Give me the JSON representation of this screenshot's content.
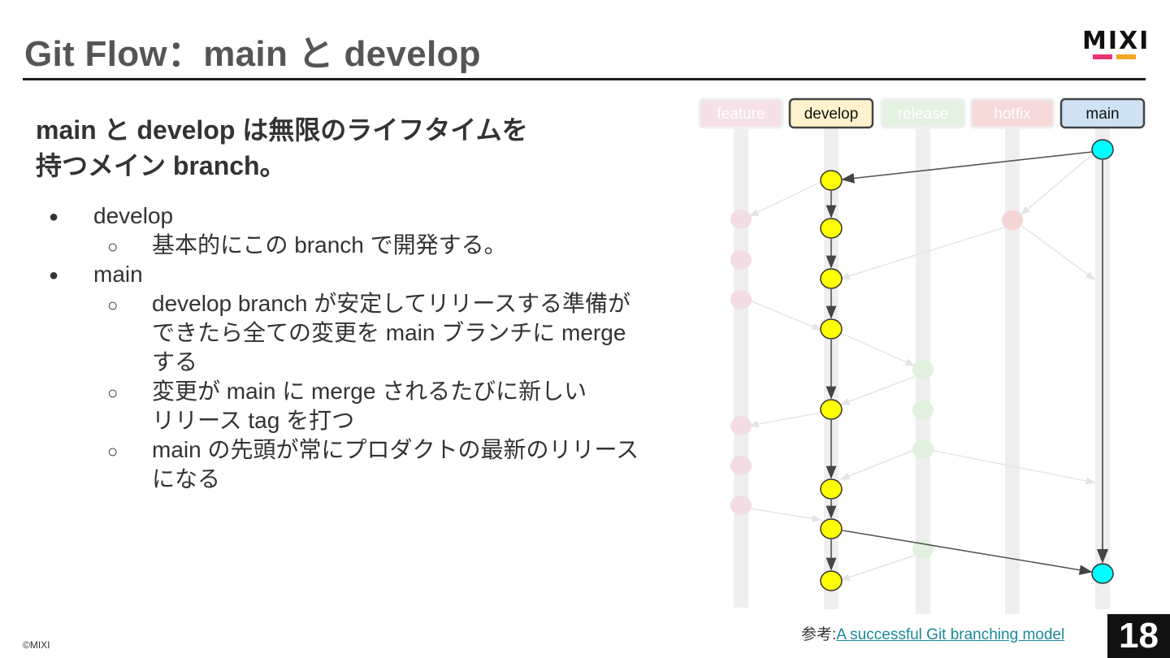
{
  "slide": {
    "title": "Git Flow：main と develop",
    "logo_text": "MIXI",
    "lead_line1": "main と develop は無限のライフタイムを",
    "lead_line2": "持つメイン  branch。",
    "bullets": [
      {
        "label": "develop",
        "sub": [
          [
            "基本的にこの branch で開発する。"
          ]
        ]
      },
      {
        "label": "main",
        "sub": [
          [
            "develop branch が安定してリリースする準備が",
            "できたら全ての変更を main ブランチに merge",
            "する"
          ],
          [
            "変更が main に merge されるたびに新しい",
            "リリース tag を打つ"
          ],
          [
            "main の先頭が常にプロダクトの最新のリリース",
            "になる"
          ]
        ]
      }
    ],
    "bullet_dot": "●",
    "sub_bullet": "○",
    "reference_prefix": "参考:",
    "reference_link": "A successful Git branching model",
    "copyright": "©MIXI",
    "page_number": "18"
  },
  "colors": {
    "logo_pink": "#e8336f",
    "logo_orange": "#f5a623",
    "develop_commit": "#ffff00",
    "main_commit": "#00ffff",
    "develop_label_bg": "#fff2cc",
    "main_label_bg": "#cfe2f3"
  },
  "diagram": {
    "branches": [
      {
        "label": "feature",
        "faded": true
      },
      {
        "label": "develop",
        "faded": false
      },
      {
        "label": "release",
        "faded": true
      },
      {
        "label": "hotfix",
        "faded": true
      },
      {
        "label": "main",
        "faded": false
      }
    ]
  }
}
